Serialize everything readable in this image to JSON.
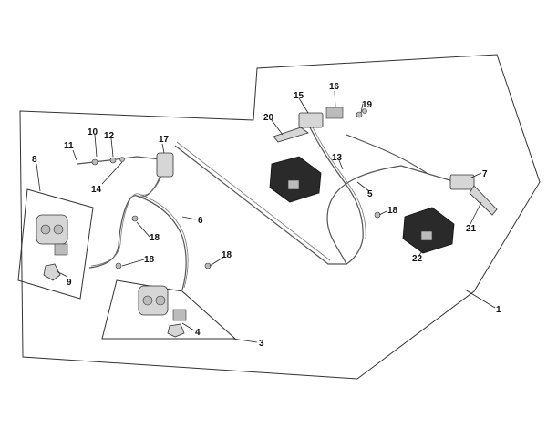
{
  "callouts": {
    "c1": "1",
    "c3": "3",
    "c4": "4",
    "c5": "5",
    "c6": "6",
    "c7": "7",
    "c8": "8",
    "c9": "9",
    "c10": "10",
    "c11": "11",
    "c12": "12",
    "c13": "13",
    "c14": "14",
    "c15": "15",
    "c16": "16",
    "c17": "17",
    "c18a": "18",
    "c18b": "18",
    "c18c": "18",
    "c18d": "18",
    "c19": "19",
    "c20": "20",
    "c21": "21",
    "c22": "22"
  }
}
